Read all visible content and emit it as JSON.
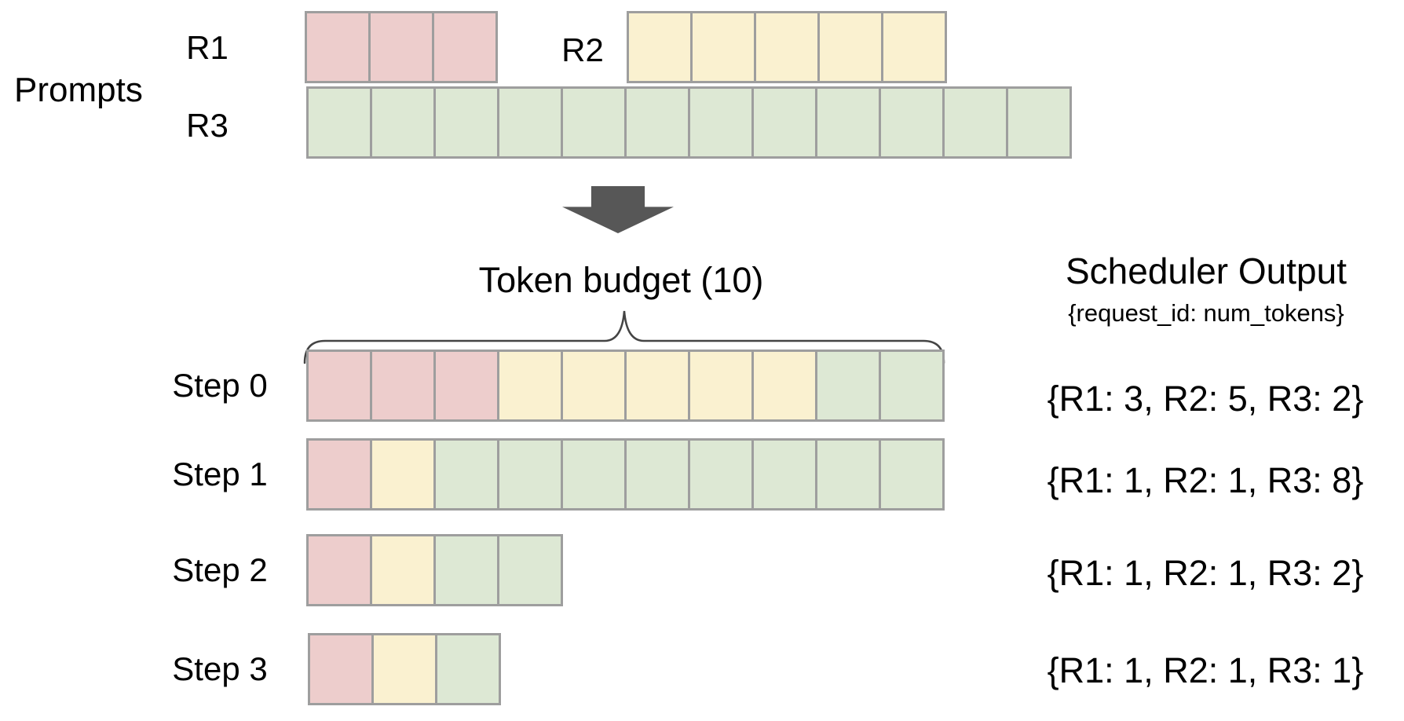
{
  "prompts": {
    "section_label": "Prompts",
    "rows": [
      {
        "label": "R1",
        "color_key": "r1",
        "cells": 3
      },
      {
        "label": "R2",
        "color_key": "r2",
        "cells": 5
      },
      {
        "label": "R3",
        "color_key": "r3",
        "cells": 12
      }
    ]
  },
  "token_budget": {
    "label": "Token budget (10)",
    "value": 10
  },
  "scheduler": {
    "title": "Scheduler Output",
    "subtitle": "{request_id: num_tokens}"
  },
  "steps": [
    {
      "label": "Step 0",
      "segments": [
        {
          "color_key": "r1",
          "cells": 3
        },
        {
          "color_key": "r2",
          "cells": 5
        },
        {
          "color_key": "r3",
          "cells": 2
        }
      ],
      "output": "{R1: 3, R2: 5, R3: 2}"
    },
    {
      "label": "Step 1",
      "segments": [
        {
          "color_key": "r1",
          "cells": 1
        },
        {
          "color_key": "r2",
          "cells": 1
        },
        {
          "color_key": "r3",
          "cells": 8
        }
      ],
      "output": "{R1: 1, R2: 1, R3: 8}"
    },
    {
      "label": "Step 2",
      "segments": [
        {
          "color_key": "r1",
          "cells": 1
        },
        {
          "color_key": "r2",
          "cells": 1
        },
        {
          "color_key": "r3",
          "cells": 2
        }
      ],
      "output": "{R1: 1, R2: 1, R3: 2}"
    },
    {
      "label": "Step 3",
      "segments": [
        {
          "color_key": "r1",
          "cells": 1
        },
        {
          "color_key": "r2",
          "cells": 1
        },
        {
          "color_key": "r3",
          "cells": 1
        }
      ],
      "output": "{R1: 1, R2: 1, R3: 1}"
    }
  ],
  "colors": {
    "r1": "#edcdcc",
    "r2": "#faf1d0",
    "r3": "#dde8d4",
    "cell_border": "#9e9e9e",
    "arrow": "#575757",
    "brace": "#444444",
    "text": "#000000",
    "background": "#ffffff"
  }
}
